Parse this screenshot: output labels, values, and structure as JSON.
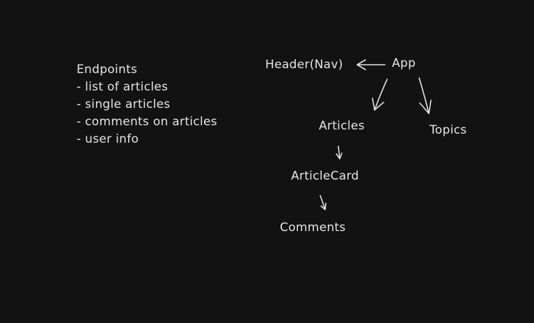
{
  "notes": {
    "title": "Endpoints",
    "items": [
      "- list of articles",
      "- single articles",
      "- comments on articles",
      "- user info"
    ]
  },
  "diagram": {
    "nodes": {
      "header": "Header(Nav)",
      "app": "App",
      "articles": "Articles",
      "topics": "Topics",
      "article_card": "ArticleCard",
      "comments": "Comments"
    },
    "edges": [
      {
        "from": "App",
        "to": "Header(Nav)"
      },
      {
        "from": "App",
        "to": "Articles"
      },
      {
        "from": "App",
        "to": "Topics"
      },
      {
        "from": "Articles",
        "to": "ArticleCard"
      },
      {
        "from": "ArticleCard",
        "to": "Comments"
      }
    ]
  },
  "colors": {
    "background": "#121212",
    "foreground": "#e6e6e6"
  }
}
